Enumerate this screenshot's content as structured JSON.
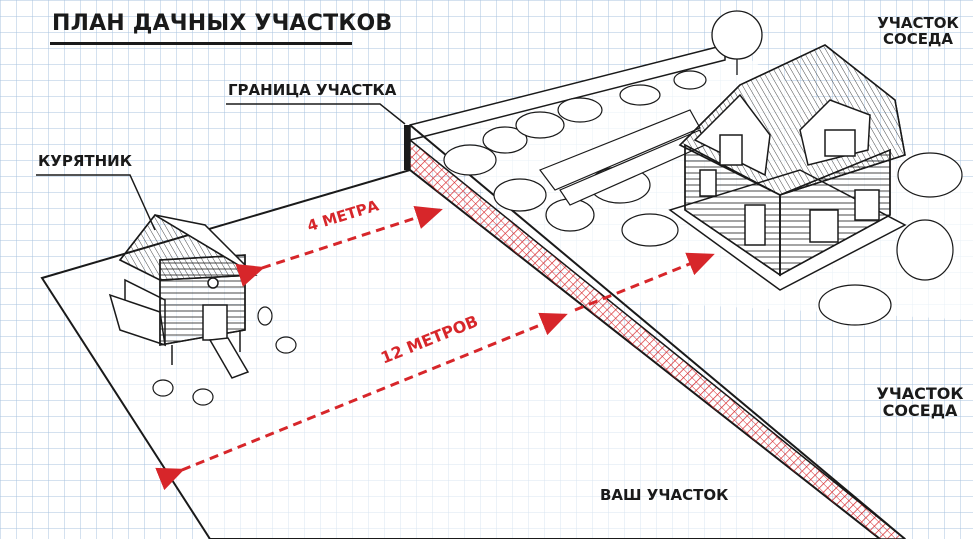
{
  "title": "ПЛАН ДАЧНЫХ УЧАСТКОВ",
  "labels": {
    "chicken_coop": "КУРЯТНИК",
    "boundary": "ГРАНИЦА УЧАСТКА",
    "neighbor_top": "УЧАСТОК СОСЕДА",
    "neighbor_right": "УЧАСТОК СОСЕДА",
    "your_plot": "ВАШ УЧАСТОК"
  },
  "distances": {
    "coop_to_boundary": "4 МЕТРА",
    "boundary_to_house": "12 МЕТРОВ"
  },
  "colors": {
    "grid_line": "#a9c3df",
    "ink": "#1a1a1a",
    "accent_red": "#d7262a",
    "paper": "#ffffff"
  }
}
